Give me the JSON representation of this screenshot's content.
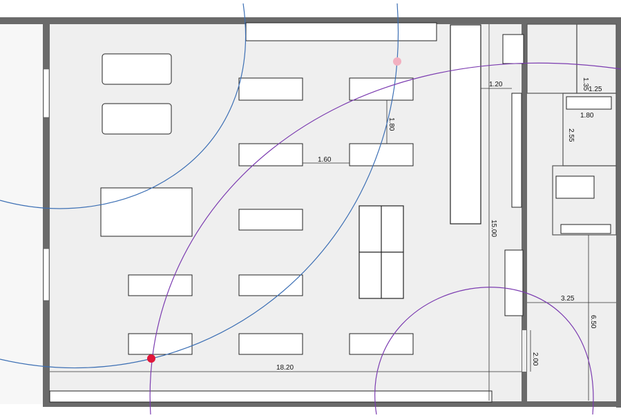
{
  "colors": {
    "wall": "#6a6a6a",
    "floor": "#efefef",
    "room": "#f6f6f6",
    "arc_blue": "#3c6fb4",
    "arc_purple": "#7b3bb0",
    "marker_red": "#e0163a",
    "marker_pink": "#f2b0c0"
  },
  "dimensions": {
    "width_total": "18.20",
    "height_total": "15.00",
    "aisle_gap": "1.60",
    "aisle_vertical": "1.80",
    "counter_gap": "1.20",
    "wc_depth": "1.35",
    "wc_width": "1.25",
    "storage_width": "1.80",
    "storage_depth": "2.55",
    "office_width": "3.25",
    "office_depth": "6.50",
    "door_width": "2.00"
  },
  "markers": [
    {
      "name": "coverage-point-red",
      "color": "marker_red"
    },
    {
      "name": "coverage-point-pink",
      "color": "marker_pink"
    }
  ]
}
